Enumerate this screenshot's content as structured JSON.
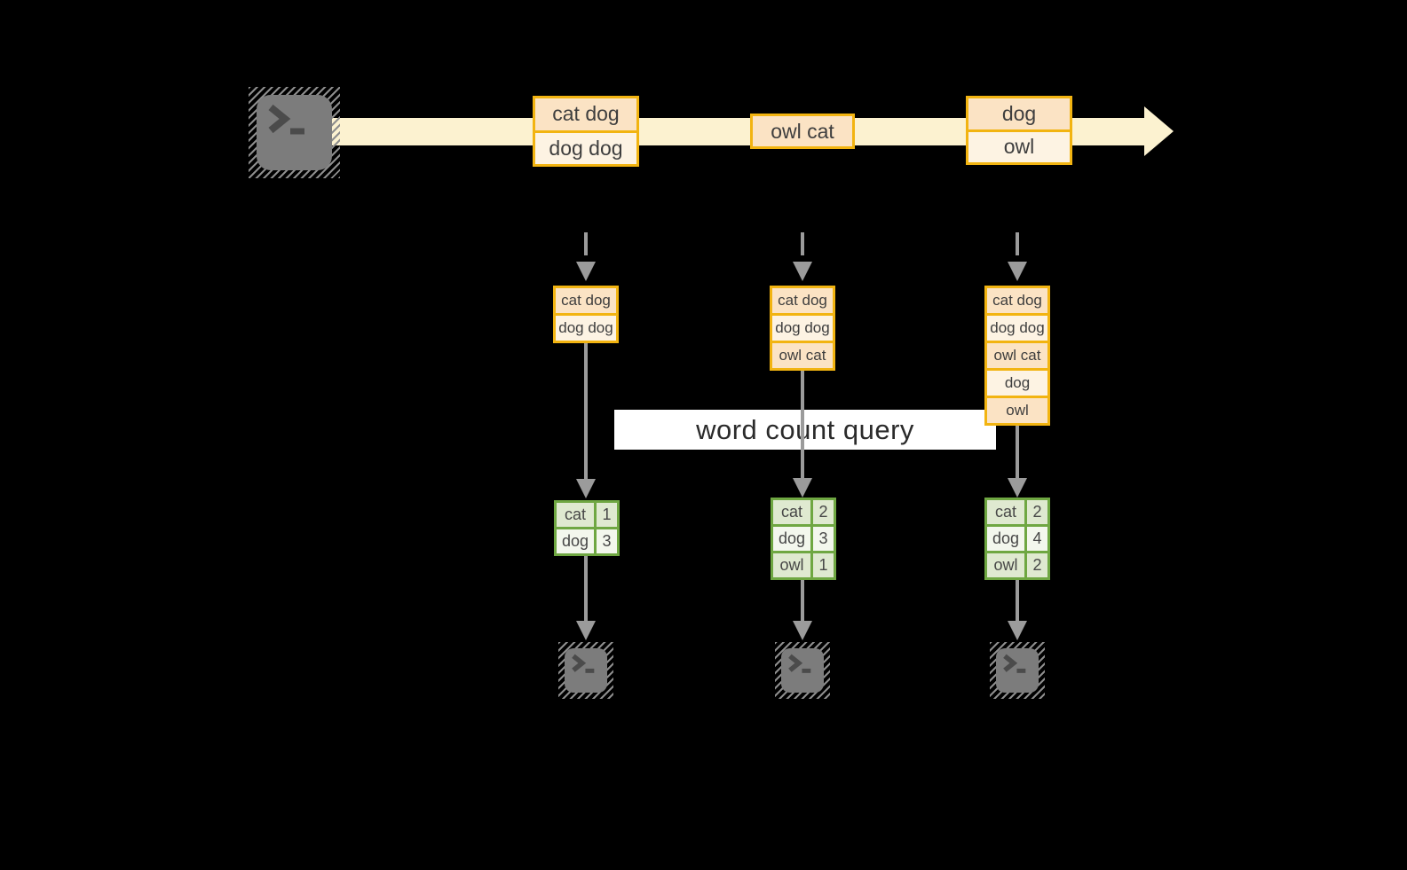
{
  "diagram_title": "word count query stream diagram",
  "query": {
    "label": "word count query"
  },
  "stream": {
    "source_icon": "terminal-icon",
    "direction": "left-to-right",
    "events": [
      {
        "lines": [
          "cat dog",
          "dog dog"
        ]
      },
      {
        "lines": [
          "owl cat"
        ]
      },
      {
        "lines": [
          "dog",
          "owl"
        ]
      }
    ]
  },
  "columns": [
    {
      "state": [
        "cat dog",
        "dog dog"
      ],
      "counts": [
        {
          "word": "cat",
          "count": "1"
        },
        {
          "word": "dog",
          "count": "3"
        }
      ],
      "sink_icon": "terminal-icon"
    },
    {
      "state": [
        "cat dog",
        "dog dog",
        "owl cat"
      ],
      "counts": [
        {
          "word": "cat",
          "count": "2"
        },
        {
          "word": "dog",
          "count": "3"
        },
        {
          "word": "owl",
          "count": "1"
        }
      ],
      "sink_icon": "terminal-icon"
    },
    {
      "state": [
        "cat dog",
        "dog dog",
        "owl cat",
        "dog",
        "owl"
      ],
      "counts": [
        {
          "word": "cat",
          "count": "2"
        },
        {
          "word": "dog",
          "count": "4"
        },
        {
          "word": "owl",
          "count": "2"
        }
      ],
      "sink_icon": "terminal-icon"
    }
  ],
  "colors": {
    "background": "#000000",
    "stream_band": "#fcf2d0",
    "event_border": "#f2b411",
    "event_fill_dark": "#fbe3c4",
    "event_fill_light": "#fdf3e3",
    "table_border": "#6fa742",
    "table_fill_dark": "#dfe9d0",
    "table_fill_light": "#f3f7ed",
    "arrow_gray": "#9b9b9b",
    "terminal_gray": "#7c7c7c",
    "banner_background": "#ffffff",
    "text": "#3e3e3e"
  }
}
